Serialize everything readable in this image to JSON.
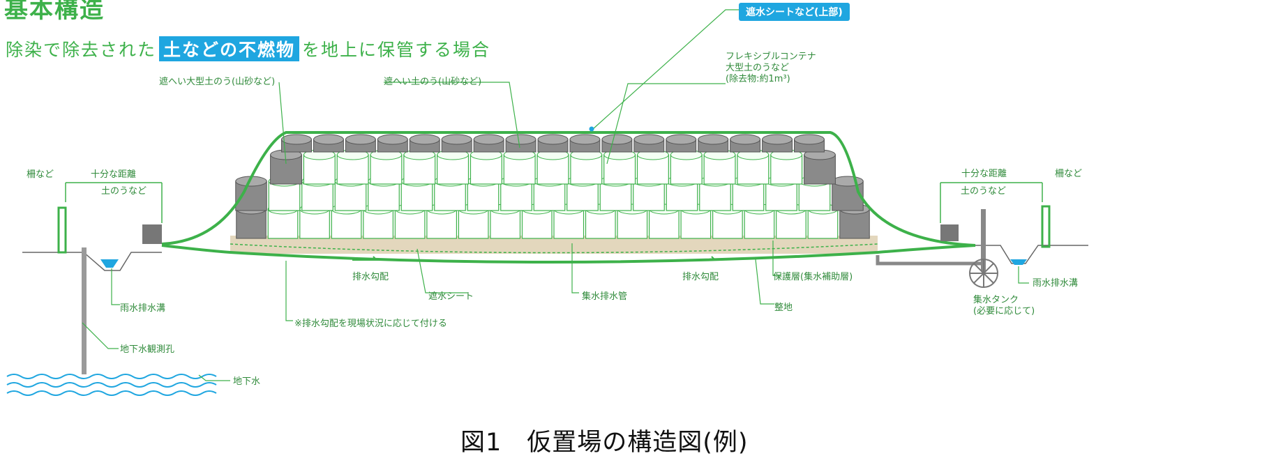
{
  "header": {
    "title": "基本構造",
    "subtitle_pre": "除染で除去された",
    "subtitle_highlight": "土などの不燃物",
    "subtitle_post": "を地上に保管する場合"
  },
  "labels": {
    "waterproof_sheet_top": "遮水シートなど(上部)",
    "flexible_container": "フレキシブルコンテナ\n大型土のうなど\n(除去物:約1m³)",
    "large_sandbag": "遮へい大型土のう(山砂など)",
    "sandbag": "遮へい土のう(山砂など)",
    "fence_left": "柵など",
    "distance_left": "十分な距離",
    "sandbag_left": "土のうなど",
    "fence_right": "柵など",
    "distance_right": "十分な距離",
    "sandbag_right": "土のうなど",
    "drain_slope_left": "排水勾配",
    "drain_slope_right": "排水勾配",
    "waterproof_sheet": "遮水シート",
    "collect_pipe": "集水排水管",
    "protective_layer": "保護層(集水補助層)",
    "leveled_ground": "整地",
    "note": "※排水勾配を現場状況に応じて付ける",
    "rain_ditch_left": "雨水排水溝",
    "rain_ditch_right": "雨水排水溝",
    "well": "地下水観測孔",
    "groundwater": "地下水",
    "tank": "集水タンク\n(必要に応じて)"
  },
  "caption": "図1　仮置場の構造図(例)",
  "colors": {
    "green": "#3db14a",
    "blue": "#1fa6e0",
    "container_gray": "#8a8a8a",
    "protective_layer": "#e3d7bd"
  }
}
